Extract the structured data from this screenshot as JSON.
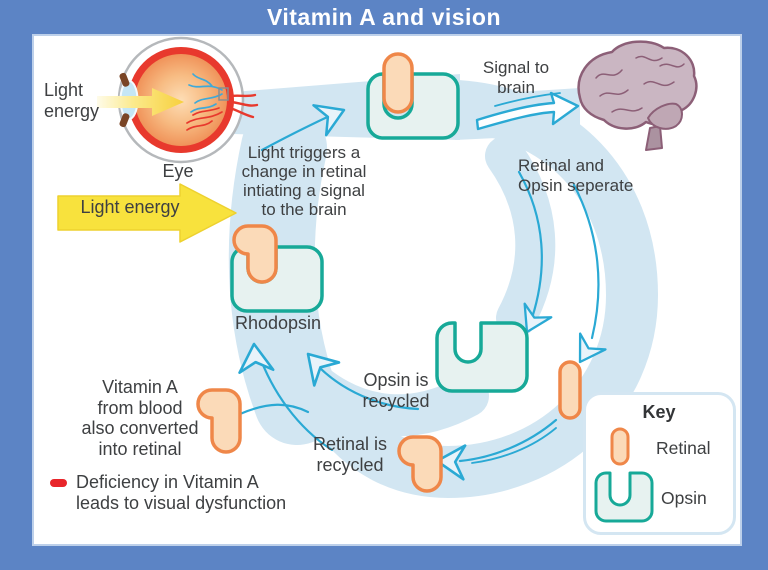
{
  "title": "Vitamin A and vision",
  "colors": {
    "frame_blue": "#5c84c5",
    "band_blue": "#d2e6f2",
    "arrow_teal": "#2aa9d4",
    "opsin_stroke": "#17a998",
    "opsin_fill": "#e7f2f0",
    "retinal_stroke": "#ef8749",
    "retinal_fill": "#fbdab8",
    "light_yellow": "#f8e23d",
    "deficiency_red": "#e8252a",
    "text_gray": "#3e4042",
    "brain_fill": "#cab6c2",
    "brain_stroke": "#8c5f77"
  },
  "eye": {
    "caption_line1": "Light",
    "caption_line2": "energy",
    "label": "Eye"
  },
  "light_arrow": {
    "label": "Light energy"
  },
  "trigger": {
    "line1": "Light triggers a",
    "line2": "change in retinal",
    "line3": "intiating a signal",
    "line4": "to the brain"
  },
  "signal": {
    "line1": "Signal to",
    "line2": "brain"
  },
  "separate": {
    "line1": "Retinal and",
    "line2": "Opsin seperate"
  },
  "rhodopsin_label": "Rhodopsin",
  "opsin_recycled": {
    "line1": "Opsin is",
    "line2": "recycled"
  },
  "retinal_recycled": {
    "line1": "Retinal is",
    "line2": "recycled"
  },
  "vitamin": {
    "line1": "Vitamin A",
    "line2": "from blood",
    "line3": "also converted",
    "line4": "into retinal"
  },
  "deficiency": {
    "line1": "Deficiency in Vitamin A",
    "line2": "leads to visual dysfunction"
  },
  "key": {
    "title": "Key",
    "retinal_label": "Retinal",
    "opsin_label": "Opsin"
  }
}
